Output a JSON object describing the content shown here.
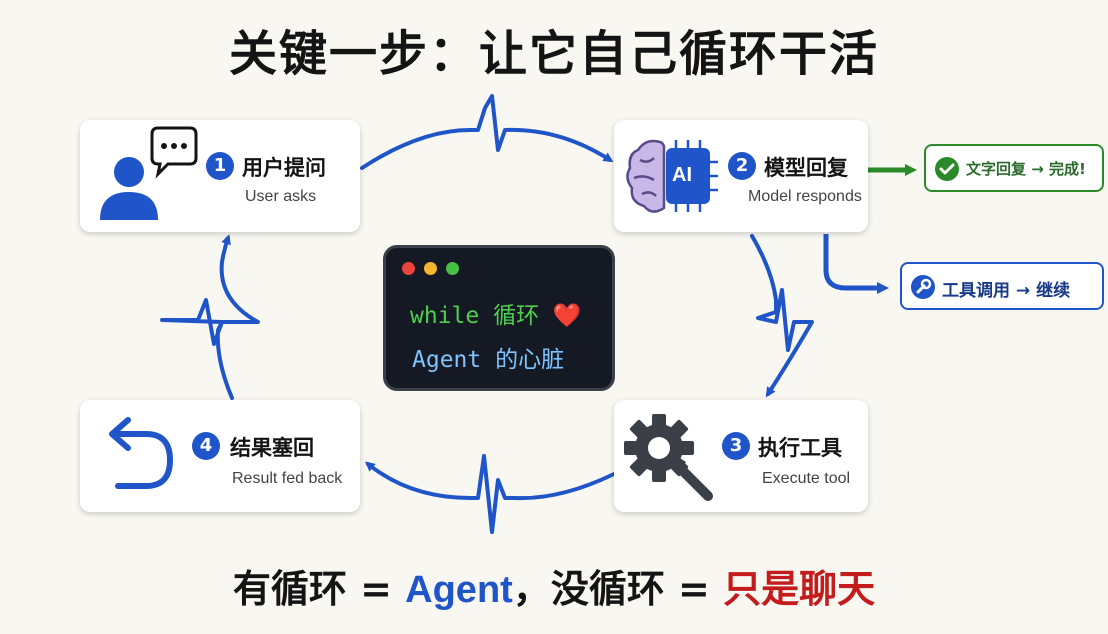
{
  "title": "关键一步：让它自己循环干活",
  "steps": [
    {
      "num": "1",
      "cn": "用户提问",
      "en": "User asks",
      "icon": "user-chat-icon"
    },
    {
      "num": "2",
      "cn": "模型回复",
      "en": "Model responds",
      "icon": "ai-brain-chip-icon"
    },
    {
      "num": "3",
      "cn": "执行工具",
      "en": "Execute tool",
      "icon": "gear-wrench-icon"
    },
    {
      "num": "4",
      "cn": "结果塞回",
      "en": "Result fed back",
      "icon": "return-arrow-icon"
    }
  ],
  "ai_chip_label": "AI",
  "terminal": {
    "line1": "while 循环 ❤️",
    "line2": "Agent 的心脏"
  },
  "outputs": {
    "text_reply": "文字回复 → 完成!",
    "tool_call": "工具调用 → 继续"
  },
  "bottom": {
    "part1": "有循环 = ",
    "part2": "Agent",
    "part3": "，没循环 = ",
    "part4": "只是聊天"
  },
  "colors": {
    "loop_blue": "#1f55c9",
    "success_green": "#2a8a2a",
    "terminal_bg": "#141923",
    "code_green": "#4cd04c",
    "code_blue": "#7fc4ff",
    "emphasis_red": "#c41c1c"
  }
}
